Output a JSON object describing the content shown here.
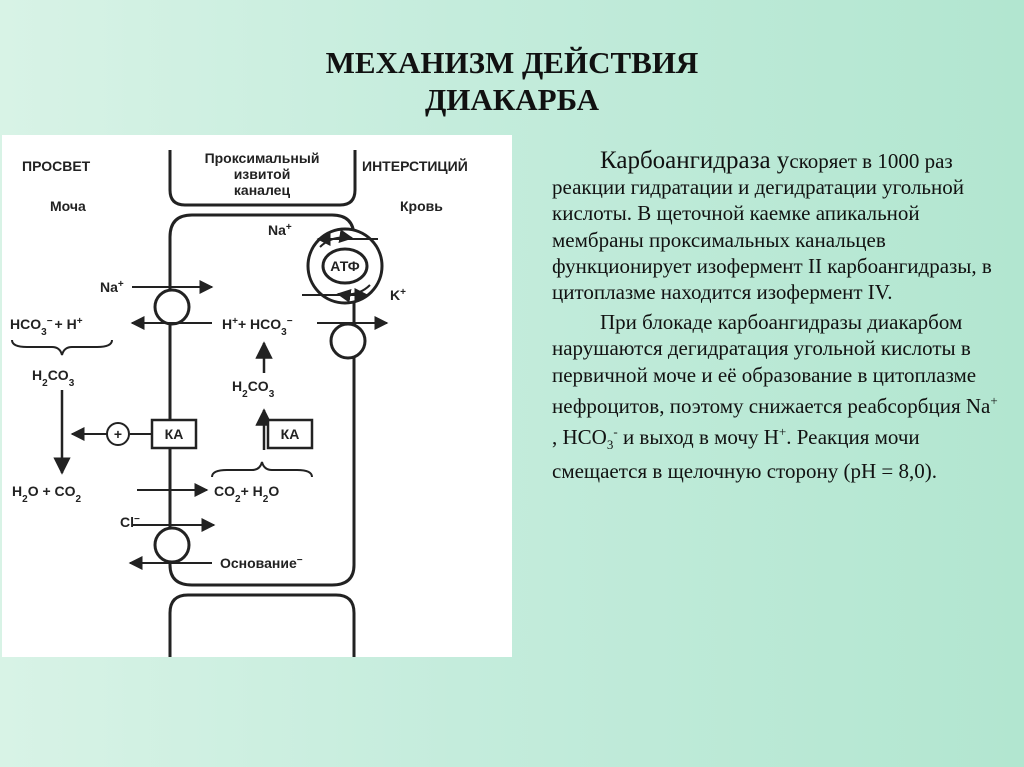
{
  "title": {
    "line1": "МЕХАНИЗМ ДЕЙСТВИЯ",
    "line2": "ДИАКАРБА"
  },
  "diagram": {
    "lumen": "ПРОСВЕТ",
    "urine": "Моча",
    "tubule_line1": "Проксимальный",
    "tubule_line2": "извитой",
    "tubule_line3": "каналец",
    "interstitium": "ИНТЕРСТИЦИЙ",
    "blood": "Кровь",
    "na_top": "Na",
    "na_left": "Na",
    "k": "K",
    "atp": "АТФ",
    "hco3_h_left": "HCO",
    "h_left_plus_h": "+ H",
    "h2co3_left": "H",
    "h_hco3_mid": "H",
    "h2co3_mid": "H",
    "plus_symbol": "+",
    "ka_left": "КА",
    "ka_right": "КА",
    "h2o_co2": "H",
    "co2_h2o": "CO",
    "cl": "Cl",
    "base": "Основание"
  },
  "paragraph1": {
    "lead": "Карбоангидраза у",
    "rest": "скоряет в 1000 раз реакции гидратации и дегидратации угольной кислоты. В щеточной каемке апикальной мембраны проксимальных канальцев функционирует изофермент II карбоангидразы, в цитоплазме находится изофермент IV."
  },
  "paragraph2": {
    "part1": "При блокаде карбоангидразы диакарбом нарушаются дегидратация угольной кислоты в первичной моче и её образование в цитоплазме нефроцитов, поэтому снижается реабсорбция Na",
    "sup_plus1": "+",
    "part2": " , HCO",
    "sub3": "3",
    "sup_minus": "-",
    "part3": " и выход в мочу Н",
    "sup_plus2": "+",
    "part4": ". Реакция мочи смещается в щелочную сторону (рН = 8,0)."
  }
}
